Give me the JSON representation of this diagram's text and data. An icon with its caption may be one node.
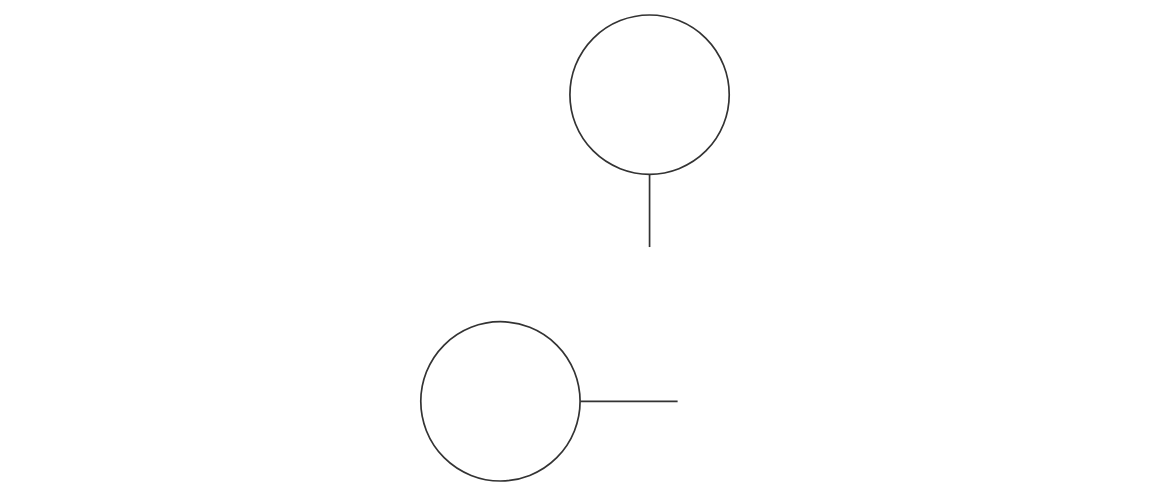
{
  "diagram": {
    "nodes": [
      {
        "text": [],
        "shape": "circle"
      },
      {
        "text": [],
        "shape": "circle"
      }
    ],
    "edges": [
      {
        "from": 0,
        "to": null,
        "arrow": "none"
      },
      {
        "from": 1,
        "to": null,
        "arrow": "none"
      }
    ]
  }
}
